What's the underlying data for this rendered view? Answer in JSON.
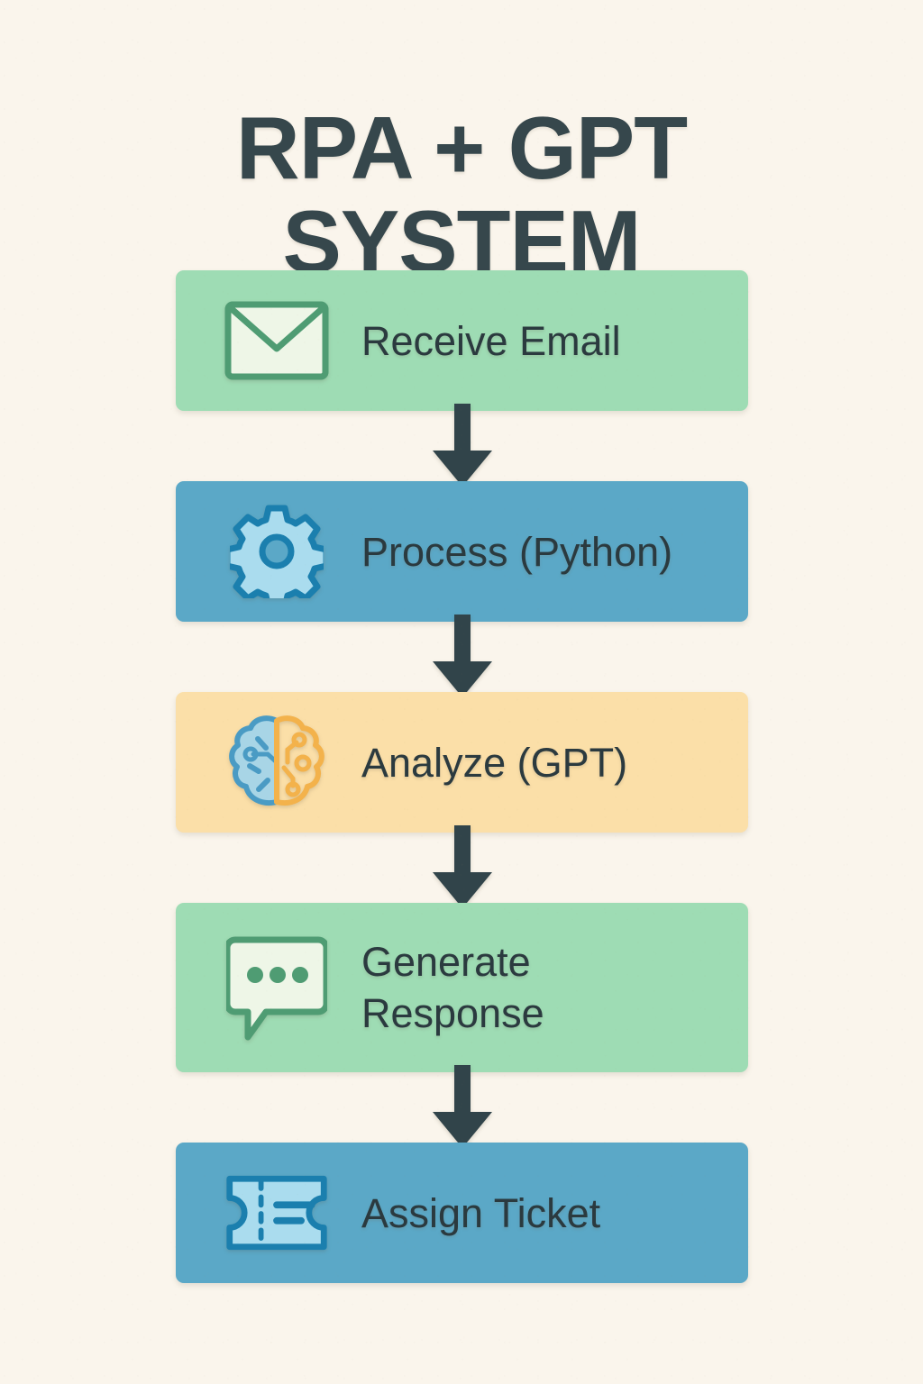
{
  "title": "RPA + GPT\nSYSTEM",
  "colors": {
    "background": "#faf5ec",
    "title_text": "#36474c",
    "node_text": "#2b3a3f",
    "arrow": "#31444a",
    "green": "#9edcb4",
    "blue": "#5ba8c7",
    "orange": "#fbdfa8",
    "green_icon_stroke": "#4f9c73",
    "green_icon_fill": "#eef6e7",
    "blue_icon_stroke": "#1b7fae",
    "blue_icon_fill": "#aadcee",
    "brain_blue_stroke": "#4a9bc4",
    "brain_blue_fill": "#a8d5e6",
    "brain_orange_stroke": "#f3b24b"
  },
  "flow": {
    "nodes": [
      {
        "label": "Receive Email",
        "icon": "envelope-icon",
        "color": "green"
      },
      {
        "label": "Process (Python)",
        "icon": "gear-icon",
        "color": "blue"
      },
      {
        "label": "Analyze (GPT)",
        "icon": "brain-icon",
        "color": "orange"
      },
      {
        "label": "Generate Response",
        "icon": "chat-bubble-icon",
        "color": "green"
      },
      {
        "label": "Assign Ticket",
        "icon": "ticket-icon",
        "color": "blue"
      }
    ],
    "connectors": [
      {
        "name": "arrow-receive-to-process"
      },
      {
        "name": "arrow-process-to-analyze"
      },
      {
        "name": "arrow-analyze-to-generate"
      },
      {
        "name": "arrow-generate-to-assign"
      }
    ]
  }
}
